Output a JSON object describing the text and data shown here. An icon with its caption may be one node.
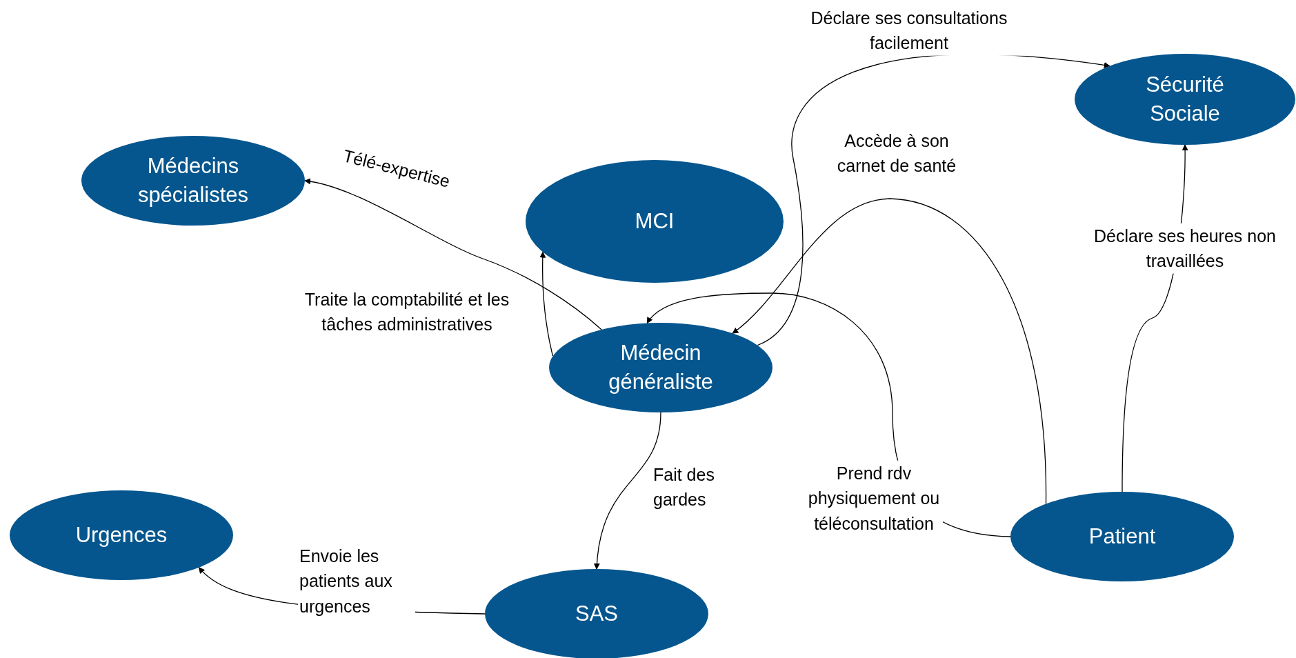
{
  "diagram": {
    "nodes": [
      {
        "text": [
          "Sécurité Sociale"
        ]
      },
      {
        "text": [
          "Médecins spécialistes"
        ]
      },
      {
        "text": [
          "MCI"
        ]
      },
      {
        "text": [
          "Médecin généraliste"
        ]
      },
      {
        "text": [
          "Urgences"
        ]
      },
      {
        "text": [
          "Patient"
        ]
      },
      {
        "text": [
          "SAS"
        ]
      }
    ],
    "edges": [
      {
        "from": 3,
        "to": 0,
        "arrow": "to",
        "label": "Déclare ses consultations facilement"
      },
      {
        "from": 3,
        "to": 1,
        "arrow": "to",
        "label": "Télé-expertise"
      },
      {
        "from": 5,
        "to": 3,
        "arrow": "to",
        "label": "Accède à son carnet de santé"
      },
      {
        "from": 5,
        "to": 3,
        "arrow": "to",
        "label": "Prend rdv physiquement ou téléconsultation"
      },
      {
        "from": 3,
        "to": 2,
        "arrow": "to",
        "label": "Traite la comptabilité et les tâches administratives"
      },
      {
        "from": 3,
        "to": 6,
        "arrow": "to",
        "label": "Fait des gardes"
      },
      {
        "from": 6,
        "to": 4,
        "arrow": "to",
        "label": "Envoie les patients aux urgences"
      },
      {
        "from": 5,
        "to": 0,
        "arrow": "to",
        "label": "Déclare ses heures non travaillées"
      }
    ]
  }
}
